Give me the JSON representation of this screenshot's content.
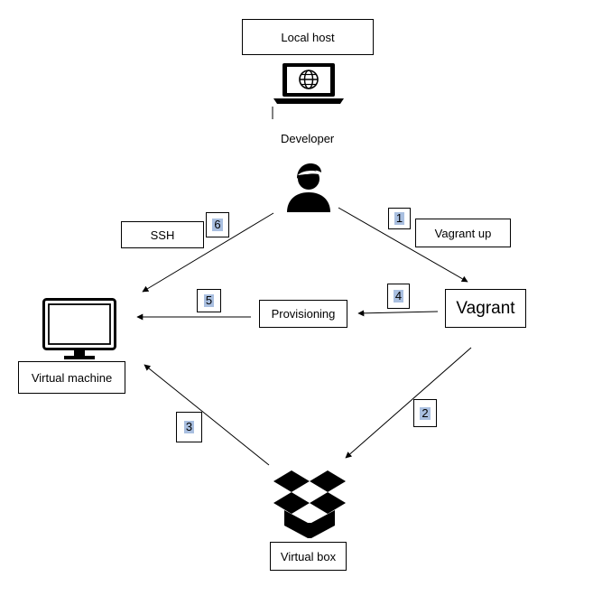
{
  "labels": {
    "local_host": "Local host",
    "developer": "Developer",
    "vagrant_up": "Vagrant up",
    "ssh": "SSH",
    "vagrant": "Vagrant",
    "provisioning": "Provisioning",
    "virtual_machine": "Virtual machine",
    "virtual_box": "Virtual box"
  },
  "steps": {
    "s1": "1",
    "s2": "2",
    "s3": "3",
    "s4": "4",
    "s5": "5",
    "s6": "6"
  },
  "colors": {
    "step_highlight": "#a9bfe0",
    "stroke": "#000000"
  },
  "icons": {
    "host": "laptop-globe-icon",
    "developer": "person-icon",
    "vm": "monitor-icon",
    "vbox": "dropbox-box-icon"
  }
}
